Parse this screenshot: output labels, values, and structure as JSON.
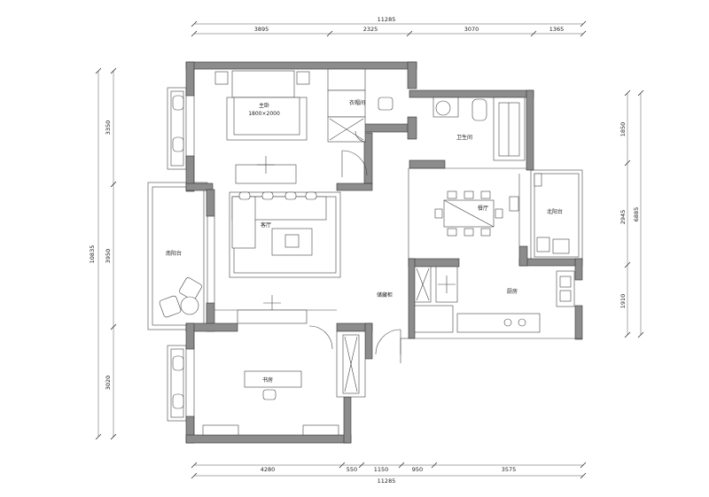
{
  "dimensions": {
    "top_total": "11285",
    "top_segments": [
      "3895",
      "2325",
      "3070",
      "1365"
    ],
    "bottom_total": "11285",
    "bottom_segments": [
      "4280",
      "550",
      "1150",
      "950",
      "3575"
    ],
    "left_total": "10835",
    "left_segments": [
      "3350",
      "3950",
      "3020"
    ],
    "right_total": "6885",
    "right_segments": [
      "1850",
      "2945",
      "1910"
    ]
  },
  "rooms": {
    "master_bedroom": "主卧",
    "bed_size": "1800×2000",
    "closet": "衣帽间",
    "bathroom": "卫生间",
    "dining": "餐厅",
    "north_balcony": "北阳台",
    "living": "客厅",
    "south_balcony": "南阳台",
    "storage": "储藏柜",
    "kitchen": "厨房",
    "study": "书房"
  }
}
